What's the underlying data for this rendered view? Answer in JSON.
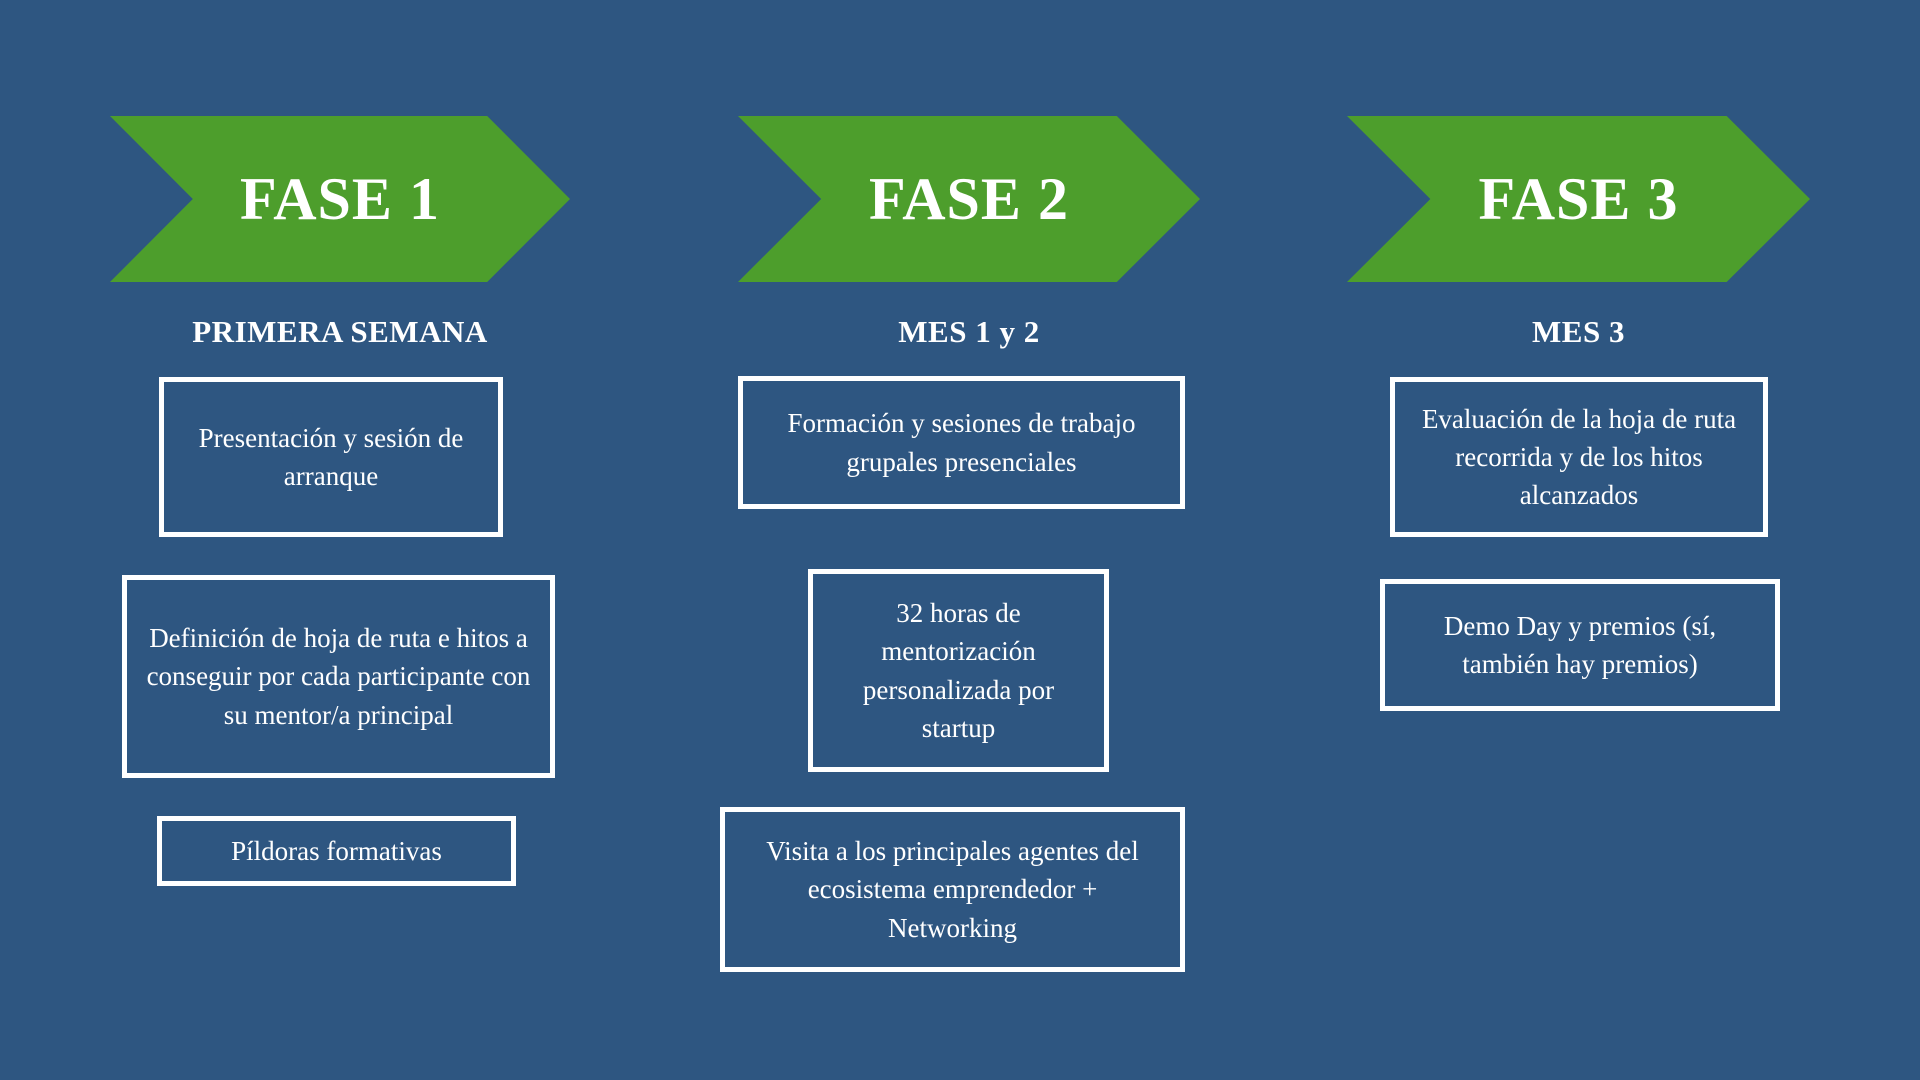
{
  "colors": {
    "background": "#2e5681",
    "arrow_green": "#4d9e2c",
    "text": "#ffffff",
    "box_border": "#ffffff"
  },
  "columns": [
    {
      "phase": "FASE 1",
      "period": "PRIMERA SEMANA",
      "boxes": [
        "Presentación y sesión de arranque",
        "Definición de hoja de ruta e hitos a conseguir por cada participante con su mentor/a principal",
        "Píldoras formativas"
      ]
    },
    {
      "phase": "FASE 2",
      "period": "MES 1 y 2",
      "boxes": [
        "Formación y sesiones de trabajo grupales presenciales",
        "32 horas de mentorización personalizada por startup",
        "Visita a los principales agentes del ecosistema emprendedor + Networking"
      ]
    },
    {
      "phase": "FASE 3",
      "period": "MES 3",
      "boxes": [
        "Evaluación de la hoja de ruta recorrida y de los hitos alcanzados",
        "Demo Day y premios (sí, también hay premios)"
      ]
    }
  ]
}
